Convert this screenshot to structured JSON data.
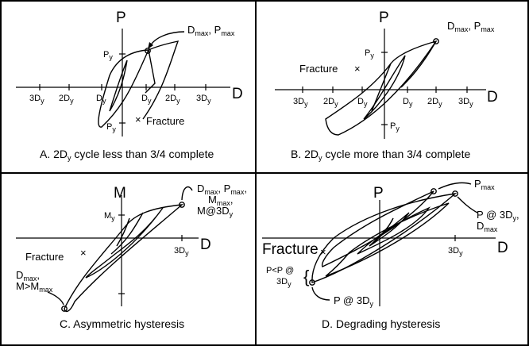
{
  "panels": {
    "a": {
      "caption": "A.  2D",
      "caption_sub": "y",
      "caption_rest": " cycle less than 3/4 complete",
      "y_axis_label": "P",
      "x_axis_label": "D",
      "py_top": "P",
      "py_top_sub": "y",
      "py_bottom": "P",
      "py_bottom_sub": "y",
      "peak_label": "D",
      "peak_label_sub": "max",
      "peak_label_2": ", P",
      "peak_label_2_sub": "max",
      "fracture_label": "Fracture",
      "ticks": [
        "3D",
        "2D",
        "D",
        "D",
        "2D",
        "3D"
      ],
      "tick_sub": "y"
    },
    "b": {
      "caption": "B.  2D",
      "caption_sub": "y",
      "caption_rest": " cycle more than 3/4 complete",
      "y_axis_label": "P",
      "x_axis_label": "D",
      "py_top": "P",
      "py_top_sub": "y",
      "py_bottom": "P",
      "py_bottom_sub": "y",
      "peak_label": "D",
      "peak_label_sub": "max",
      "peak_label_2": ", P",
      "peak_label_2_sub": "max",
      "fracture_label": "Fracture",
      "ticks": [
        "3D",
        "2D",
        "D",
        "D",
        "2D",
        "3D"
      ],
      "tick_sub": "y"
    },
    "c": {
      "caption": "C.  Asymmetric hysteresis",
      "y_axis_label": "M",
      "x_axis_label": "D",
      "my_label": "M",
      "my_label_sub": "y",
      "tick_3dy": "3D",
      "tick_sub": "y",
      "peak_lines": [
        "D",
        "max",
        ", P",
        "max",
        ",",
        "M",
        "max",
        ",",
        "M@3D",
        "y"
      ],
      "fracture_label": "Fracture",
      "low_lines": [
        "D",
        "max",
        ",",
        "M>M",
        "max"
      ]
    },
    "d": {
      "caption": "D.  Degrading hysteresis",
      "y_axis_label": "P",
      "x_axis_label": "D",
      "tick_3dy": "3D",
      "tick_sub": "y",
      "pmax_label": "P",
      "pmax_sub": "max",
      "p3dy_lines": [
        "P @ 3D",
        "y",
        ",",
        "D",
        "max"
      ],
      "fracture_label": "Fracture",
      "plt_lines": [
        "P<P @",
        "3D",
        "y"
      ],
      "brace": "{",
      "p_at_3dy": "P @ 3D",
      "p_at_3dy_sub": "y"
    }
  }
}
